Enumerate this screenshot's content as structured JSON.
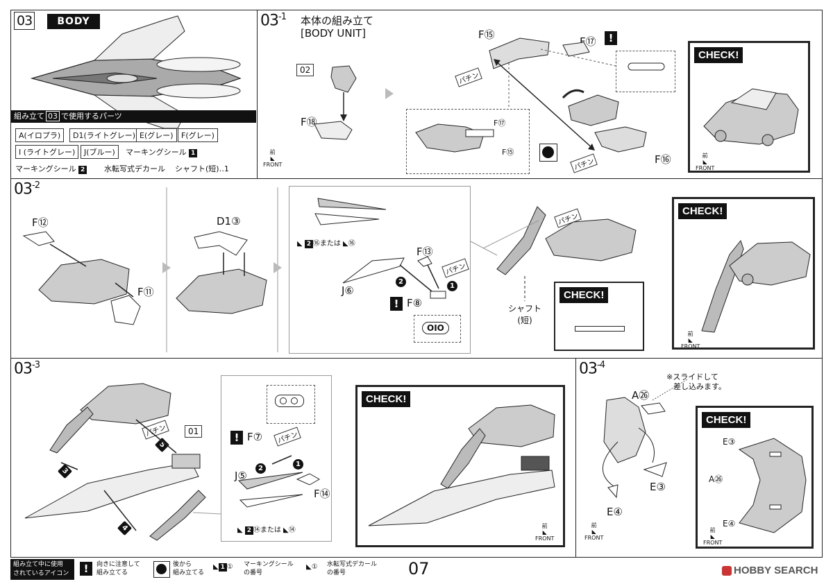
{
  "page_number": "07",
  "watermark": "HOBBY SEARCH",
  "step03": {
    "number": "03",
    "title": "BODY",
    "parts_header_pre": "組み立て",
    "parts_header_num": "03",
    "parts_header_post": "で使用するパーツ",
    "parts_row1": [
      "A(イロプラ)",
      "D1(ライトグレー)",
      "E(グレー)",
      "F(グレー)"
    ],
    "parts_row2": [
      "I (ライトグレー)",
      "J(ブルー)"
    ],
    "marking1_text": "マーキングシール",
    "marking1_num": "1",
    "marking2_text": "マーキングシール",
    "marking2_num": "2",
    "decal_text": "水転写式デカール",
    "shaft_text": "シャフト(短)‥1"
  },
  "step03_1": {
    "number": "03",
    "sub": "-1",
    "title_jp": "本体の組み立て",
    "title_en": "[BODY UNIT]",
    "label_02": "02",
    "label_f18": "F⑱",
    "label_f15": "F⑮",
    "label_f17": "F⑰",
    "label_f16": "F⑯",
    "inset_f17": "F⑰",
    "inset_f15": "F⑮",
    "pachin1": "パチン",
    "pachin2": "パチン",
    "front_jp": "前",
    "front_en": "FRONT",
    "check_label": "CHECK!",
    "check_front_jp": "前",
    "check_front_en": "FRONT"
  },
  "step03_2": {
    "number": "03",
    "sub": "-2",
    "label_f12": "F⑫",
    "label_f11": "F⑪",
    "label_d13": "D1③",
    "label_f13": "F⑬",
    "label_j6": "J⑥",
    "label_f8": "F⑧",
    "mark_or": "⑯または",
    "mark_num": "2",
    "mark_alt": "⑯",
    "pachin": "パチン",
    "pachin2": "パチン",
    "oio": "OIO",
    "shaft_line1": "シャフト",
    "shaft_line2": "(短)",
    "check_label": "CHECK!",
    "check2_label": "CHECK!",
    "check2_front_jp": "前",
    "check2_front_en": "FRONT"
  },
  "step03_3": {
    "number": "03",
    "sub": "-3",
    "label_01": "01",
    "label_f7": "F⑦",
    "label_j5": "J⑤",
    "label_f14": "F⑭",
    "mark_or": "⑭または",
    "mark_num": "2",
    "mark_alt": "⑭",
    "pachin": "パチン",
    "pachin2": "パチン",
    "check_label": "CHECK!",
    "check_front_jp": "前",
    "check_front_en": "FRONT"
  },
  "step03_4": {
    "number": "03",
    "sub": "-4",
    "note_line1": "※スライドして",
    "note_line2": "差し込みます。",
    "label_a26": "A㉖",
    "label_e3": "E③",
    "label_e4": "E④",
    "front_jp": "前",
    "front_en": "FRONT",
    "check_label": "CHECK!",
    "check_e3": "E③",
    "check_a26": "A㉖",
    "check_e4": "E④",
    "check_front_jp": "前",
    "check_front_en": "FRONT"
  },
  "legend": {
    "title_line1": "組み立て中に使用",
    "title_line2": "されているアイコン",
    "icon1_line1": "向きに注意して",
    "icon1_line2": "組み立てる",
    "icon2_line1": "後から",
    "icon2_line2": "組み立てる",
    "icon3_line1": "マーキングシール",
    "icon3_line2": "の番号",
    "icon4_line1": "水転写式デカール",
    "icon4_line2": "の番号"
  }
}
